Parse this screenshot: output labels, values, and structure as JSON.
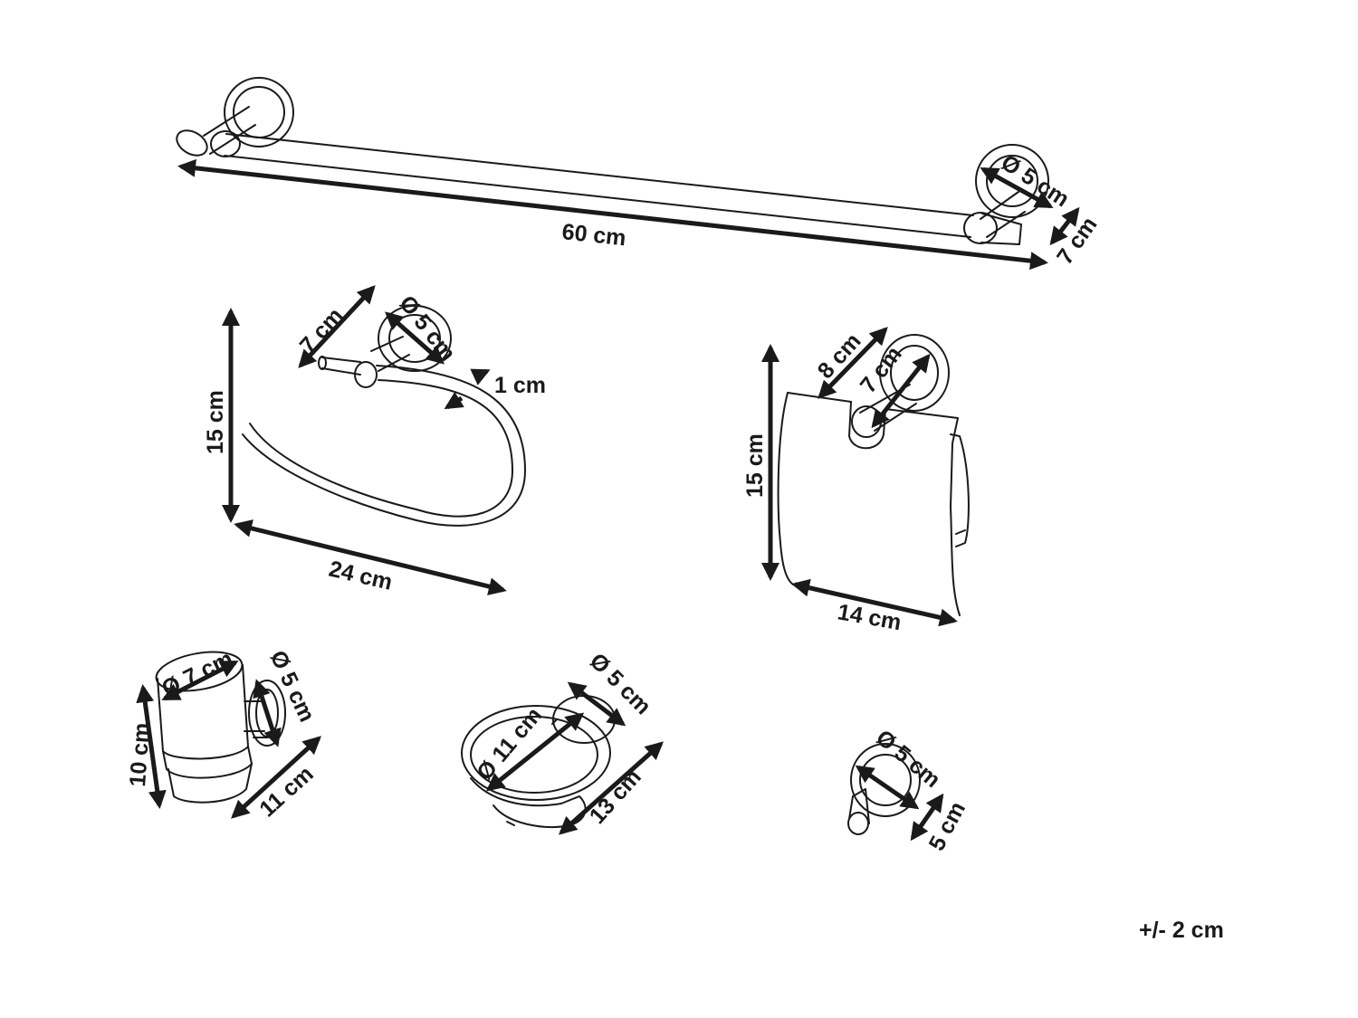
{
  "towel_bar": {
    "length": "60 cm",
    "rose_diameter": "Ø 5 cm",
    "depth": "7 cm"
  },
  "towel_ring": {
    "depth": "7 cm",
    "rose_diameter": "Ø 5 cm",
    "tube": "1 cm",
    "height": "15 cm",
    "width": "24 cm"
  },
  "paper_holder": {
    "depth_a": "8 cm",
    "depth_b": "7 cm",
    "height": "15 cm",
    "width": "14 cm"
  },
  "cup_holder": {
    "cup_diameter": "Ø 7 cm",
    "rose_diameter": "Ø 5 cm",
    "height": "10 cm",
    "depth": "11 cm"
  },
  "soap_dish": {
    "rose_diameter": "Ø 5 cm",
    "dish_diameter": "Ø 11 cm",
    "depth": "13 cm"
  },
  "robe_hook": {
    "rose_diameter": "Ø 5 cm",
    "depth": "5 cm"
  },
  "tolerance": "+/- 2 cm"
}
